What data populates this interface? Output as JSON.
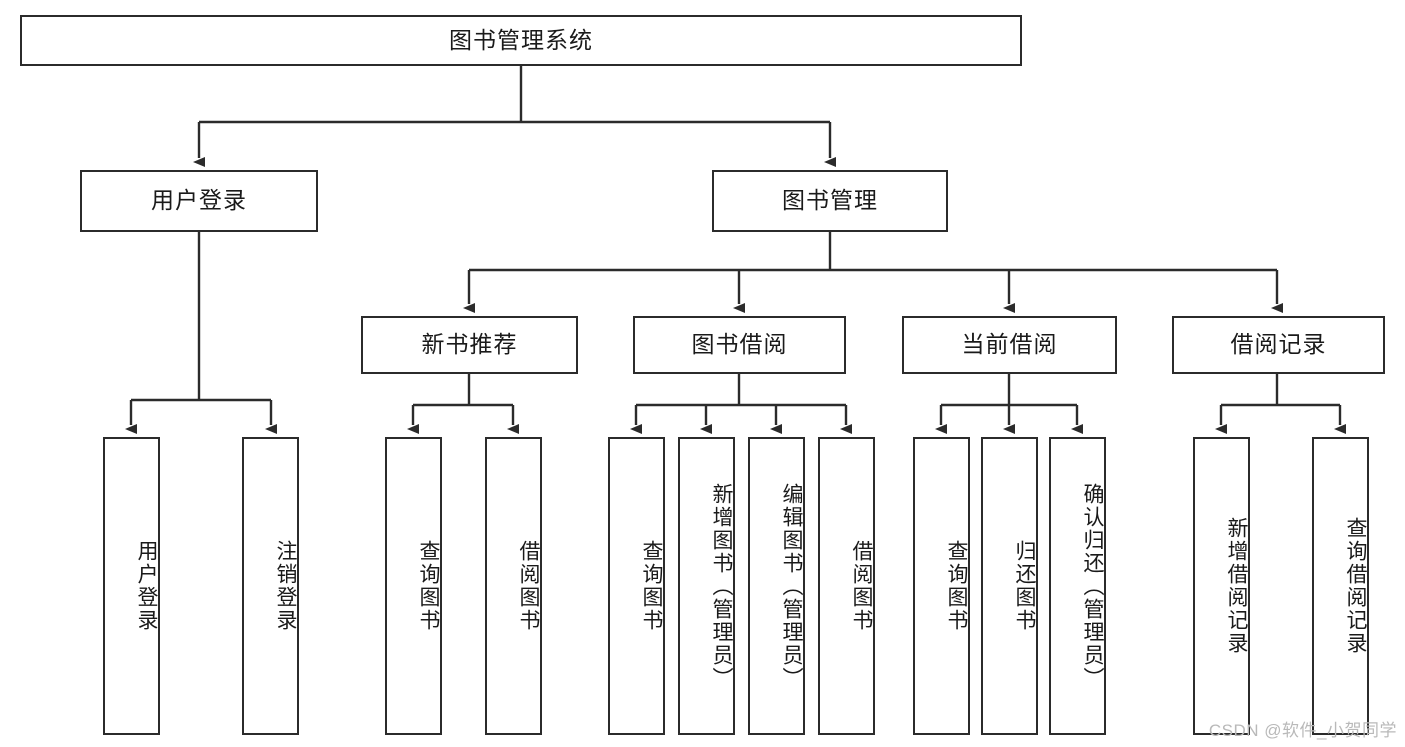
{
  "diagram": {
    "title": "图书管理系统",
    "type": "tree",
    "root": {
      "label": "图书管理系统",
      "children": [
        {
          "label": "用户登录",
          "children": [
            {
              "label": "用户登录"
            },
            {
              "label": "注销登录"
            }
          ]
        },
        {
          "label": "图书管理",
          "children": [
            {
              "label": "新书推荐",
              "children": [
                {
                  "label": "查询图书"
                },
                {
                  "label": "借阅图书"
                }
              ]
            },
            {
              "label": "图书借阅",
              "children": [
                {
                  "label": "查询图书"
                },
                {
                  "label": "新增图书（管理员）"
                },
                {
                  "label": "编辑图书（管理员）"
                },
                {
                  "label": "借阅图书"
                }
              ]
            },
            {
              "label": "当前借阅",
              "children": [
                {
                  "label": "查询图书"
                },
                {
                  "label": "归还图书"
                },
                {
                  "label": "确认归还（管理员）"
                }
              ]
            },
            {
              "label": "借阅记录",
              "children": [
                {
                  "label": "新增借阅记录"
                },
                {
                  "label": "查询借阅记录"
                }
              ]
            }
          ]
        }
      ]
    }
  },
  "nodes": {
    "root": "图书管理系统",
    "user_login": "用户登录",
    "book_manage": "图书管理",
    "new_book_rec": "新书推荐",
    "book_borrow": "图书借阅",
    "current_borrow": "当前借阅",
    "borrow_record": "借阅记录",
    "leaf_user_login": "用户登录",
    "leaf_logout": "注销登录",
    "leaf_rec_query": "查询图书",
    "leaf_rec_borrow": "借阅图书",
    "leaf_brw_query": "查询图书",
    "leaf_brw_add": "新增图书（管理员）",
    "leaf_brw_edit": "编辑图书（管理员）",
    "leaf_brw_borrow": "借阅图书",
    "leaf_cur_query": "查询图书",
    "leaf_cur_return": "归还图书",
    "leaf_cur_confirm": "确认归还（管理员）",
    "leaf_rec_add": "新增借阅记录",
    "leaf_rec_query2": "查询借阅记录"
  },
  "watermark": {
    "text": "CSDN @软件_小贺同学"
  },
  "colors": {
    "stroke": "#2b2b2b",
    "background": "#ffffff",
    "text": "#1a1a1a",
    "watermark": "#b9b9b9"
  }
}
